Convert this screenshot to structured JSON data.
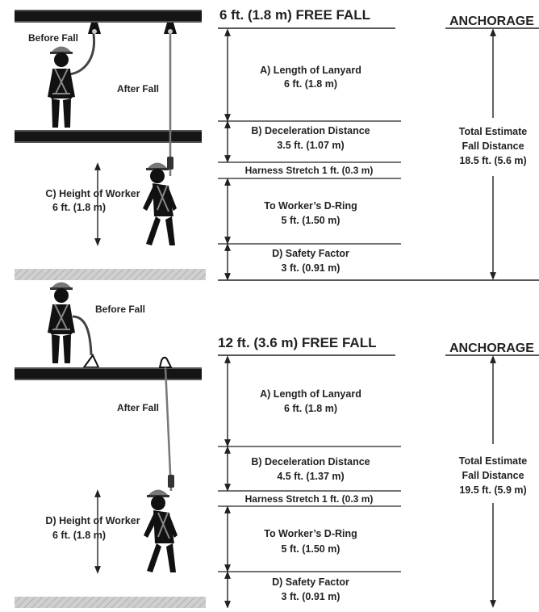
{
  "colors": {
    "ink": "#222222",
    "beam": "#151515",
    "beam_edge": "#555555",
    "ground": "#c9c9c9",
    "helmet": "#777777"
  },
  "panel1": {
    "title": "6 ft. (1.8 m) FREE FALL",
    "anchorage": "ANCHORAGE",
    "before_fall": "Before Fall",
    "after_fall": "After Fall",
    "height_of_worker": [
      "C) Height of Worker",
      "6 ft. (1.8 m)"
    ],
    "a": [
      "A)  Length of Lanyard",
      "6 ft. (1.8 m)"
    ],
    "b": [
      "B) Deceleration Distance",
      "3.5 ft. (1.07 m)"
    ],
    "harness": "Harness Stretch 1 ft. (0.3 m)",
    "dring": [
      "To Worker’s D-Ring",
      "5 ft. (1.50 m)"
    ],
    "safety": [
      "D) Safety Factor",
      "3 ft. (0.91 m)"
    ],
    "total": [
      "Total Estimate",
      "Fall Distance",
      "18.5 ft. (5.6 m)"
    ]
  },
  "panel2": {
    "title": "12 ft. (3.6 m) FREE FALL",
    "anchorage": "ANCHORAGE",
    "before_fall": "Before Fall",
    "after_fall": "After Fall",
    "height_of_worker": [
      "D) Height of Worker",
      "6 ft. (1.8 m)"
    ],
    "a": [
      "A)  Length of Lanyard",
      "6 ft. (1.8 m)"
    ],
    "b": [
      "B) Deceleration Distance",
      "4.5 ft. (1.37 m)"
    ],
    "harness": "Harness Stretch 1 ft. (0.3 m)",
    "dring": [
      "To Worker’s D-Ring",
      "5 ft. (1.50 m)"
    ],
    "safety": [
      "D) Safety Factor",
      "3 ft. (0.91 m)"
    ],
    "total": [
      "Total Estimate",
      "Fall Distance",
      "19.5 ft. (5.9 m)"
    ]
  }
}
